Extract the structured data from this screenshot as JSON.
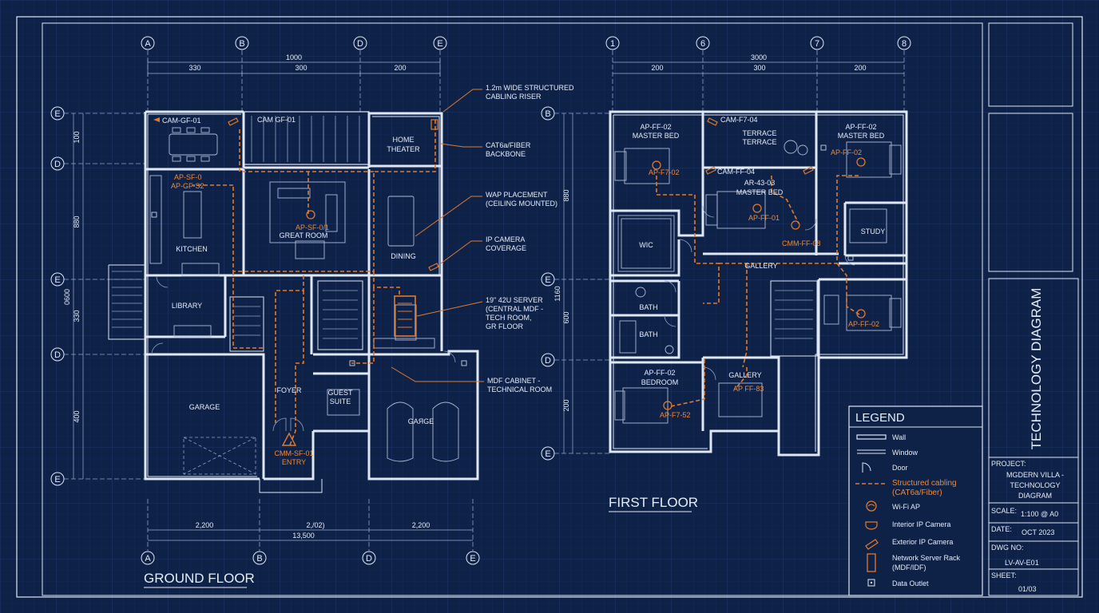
{
  "colors": {
    "background": "#0e2147",
    "wall": "#dfe7f5",
    "cabling": "#e07a2e",
    "text": "#e6ecf7"
  },
  "ground_floor": {
    "title": "GROUND FLOOR",
    "grid_top": [
      "A",
      "B",
      "D",
      "E"
    ],
    "grid_bottom": [
      "A",
      "B",
      "D",
      "E"
    ],
    "grid_left": [
      "E",
      "D",
      "E",
      "D",
      "E"
    ],
    "dim_total": "1000",
    "dims_top": [
      "330",
      "300",
      "200"
    ],
    "dims_bottom": [
      "2,200",
      "2,/02)",
      "2,200"
    ],
    "dim_bottom_total": "13,500",
    "dims_left": [
      "100",
      "880",
      "0600",
      "330",
      "400"
    ],
    "rooms": {
      "kitchen": "KITCHEN",
      "great_room": "GREAT ROOM",
      "home_theater": [
        "HOME",
        "THEATER"
      ],
      "dining": "DINING",
      "library": "LIBRARY",
      "garage": "GARAGE",
      "foyer": "FOYER",
      "guest_suite": [
        "GUEST",
        "SUITE"
      ],
      "garage2": "GAЯGE"
    },
    "devices": {
      "cam1": "CAM-GF-01",
      "cam2": "CAM GF-01",
      "ap1": "AP-SF-0",
      "ap2": "AP-GF-S2",
      "ap3": "AP-SF-0/1",
      "entry_cam": [
        "CMM-SF-01",
        "ENTRY"
      ]
    },
    "annotations": [
      [
        "1.2m WIDE STRUCTURED",
        "CABLING RISER"
      ],
      [
        "CAT6a/FIBER",
        "BACKBONE"
      ],
      [
        "WAP PLACEMENT",
        "(CEILING MOUNTED)"
      ],
      [
        "IP CAMERA",
        "COVERAGE"
      ],
      [
        "19\" 42U SERVER",
        "(CENTRAL MDF -",
        "TECH ROOM,",
        "GR FLOOR"
      ],
      [
        "MDF CABINET -",
        "TECHNICAL ROOM"
      ]
    ]
  },
  "first_floor": {
    "title": "FIRST FLOOR",
    "grid_top": [
      "1",
      "6",
      "7",
      "8"
    ],
    "grid_left": [
      "B",
      "E",
      "D",
      "E"
    ],
    "dim_total": "3000",
    "dims_top": [
      "200",
      "300",
      "200"
    ],
    "dims_left": [
      "880",
      "1160",
      "600",
      "200"
    ],
    "rooms": {
      "master_bed_left": [
        "AP-FF-02",
        "MASTER BED"
      ],
      "terrace": [
        "TERRACE",
        "TERRACE"
      ],
      "master_bed_right": [
        "AP-FF-02",
        "MASTER BED"
      ],
      "master_bed_center": [
        "AR-43-03",
        "MASTER BED"
      ],
      "wic": "WIC",
      "study": "STUDY",
      "gallery_top": "GALLERY",
      "bath1": "BATH",
      "bath2": "BATH",
      "bedroom": [
        "AP-FF-02",
        "BEDROOM"
      ],
      "gallery_bottom": "GALLERY"
    },
    "devices": {
      "cam_ff_04a": "CAM-F7-04",
      "cam_ff_04b": "CAM-FF-04",
      "ap_ff_02a": "AP-F7-02",
      "ap_ff_02b": "AP-FF-02",
      "ap_ff_01": "AP-FF-01",
      "cam_ff_08": "CMM-FF-08",
      "ap_ff_02c": "AP-FF-02",
      "ap_ff_02d": "AP-F7-52",
      "ap_ff_83": "AP FF-83"
    }
  },
  "legend": {
    "title": "LEGEND",
    "items": [
      {
        "icon": "wall-icon",
        "label": [
          "Wall"
        ]
      },
      {
        "icon": "window-icon",
        "label": [
          "Window"
        ]
      },
      {
        "icon": "door-icon",
        "label": [
          "Door"
        ]
      },
      {
        "icon": "cabling-icon",
        "label": [
          "Structured cabling",
          "(CAT6a/Fiber)"
        ]
      },
      {
        "icon": "wifi-ap-icon",
        "label": [
          "Wi-Fi AP"
        ]
      },
      {
        "icon": "interior-camera-icon",
        "label": [
          "Interior IP Camera"
        ]
      },
      {
        "icon": "exterior-camera-icon",
        "label": [
          "Exterior IP Camera"
        ]
      },
      {
        "icon": "server-rack-icon",
        "label": [
          "Network Server Rack",
          "(MDF/IDF)"
        ]
      },
      {
        "icon": "data-outlet-icon",
        "label": [
          "Data Outlet"
        ]
      }
    ]
  },
  "title_block": {
    "sheet_title": "TECHNOLOGY DIAGRAM",
    "project_label": "PROJECT:",
    "project_value": [
      "MGDERN VILLA -",
      "TECHNOLOGY",
      "DIAGRAM"
    ],
    "scale_label": "SCALE:",
    "scale_value": "1:100 @ A0",
    "date_label": "DATE:",
    "date_value": "OCT 2023",
    "dwg_label": "DWG NO:",
    "dwg_value": "LV-AV-E01",
    "sheet_label": "SHEET:",
    "sheet_value": "01/03"
  }
}
